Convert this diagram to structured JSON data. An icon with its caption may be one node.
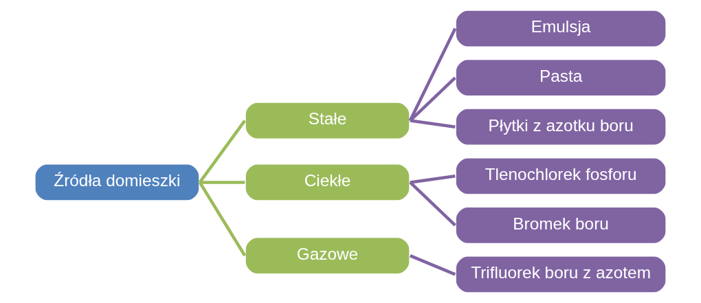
{
  "diagram": {
    "nodes": [
      {
        "text": [
          "Źródła domieszki"
        ]
      },
      {
        "text": [
          "Stałe"
        ]
      },
      {
        "text": [
          "Ciekłe"
        ]
      },
      {
        "text": [
          "Gazowe"
        ]
      },
      {
        "text": [
          "Emulsja"
        ]
      },
      {
        "text": [
          "Pasta"
        ]
      },
      {
        "text": [
          "Płytki z azotku boru"
        ]
      },
      {
        "text": [
          "Tlenochlorek fosforu"
        ]
      },
      {
        "text": [
          "Bromek boru"
        ]
      },
      {
        "text": [
          "Trifluorek boru z azotem"
        ]
      }
    ],
    "edges": [
      {
        "from": 0,
        "to": 1,
        "arrow": "none",
        "color": "#9bbb59"
      },
      {
        "from": 0,
        "to": 2,
        "arrow": "none",
        "color": "#9bbb59"
      },
      {
        "from": 0,
        "to": 3,
        "arrow": "none",
        "color": "#9bbb59"
      },
      {
        "from": 1,
        "to": 4,
        "arrow": "none"
      },
      {
        "from": 1,
        "to": 5,
        "arrow": "none"
      },
      {
        "from": 1,
        "to": 6,
        "arrow": "none"
      },
      {
        "from": 2,
        "to": 7,
        "arrow": "none"
      },
      {
        "from": 2,
        "to": 8,
        "arrow": "none"
      },
      {
        "from": 3,
        "to": 9,
        "arrow": "none"
      }
    ]
  }
}
